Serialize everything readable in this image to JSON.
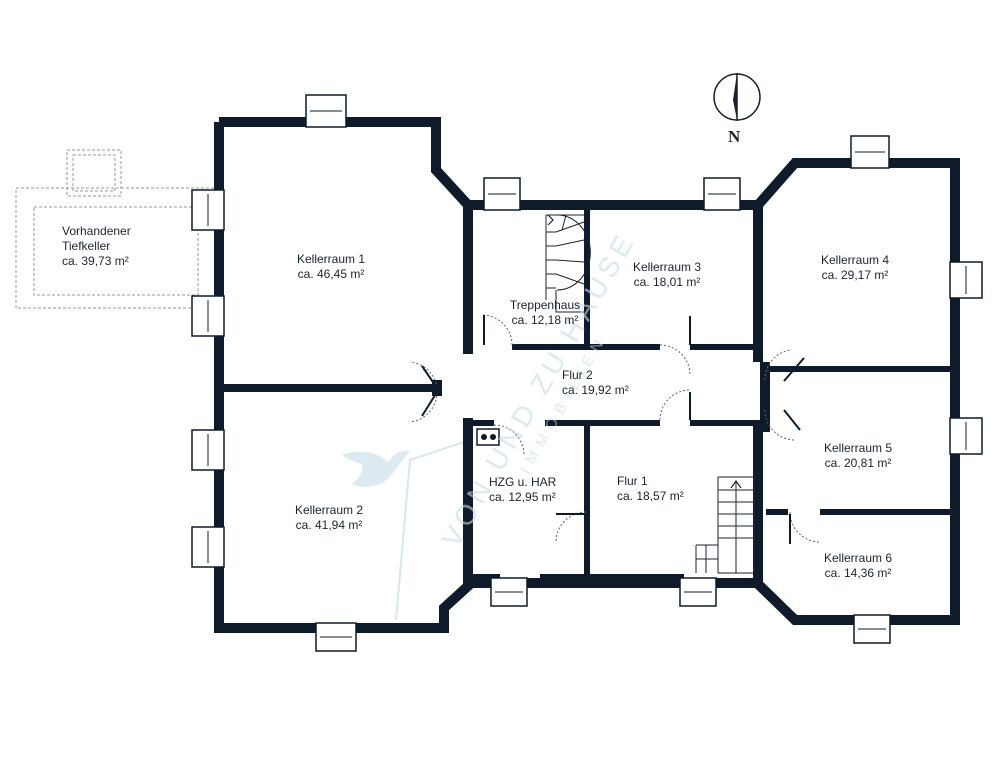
{
  "colors": {
    "wall": "#0f1b2a",
    "text": "#1b2330",
    "watermark": "#b9d3e2",
    "dashed": "#9a9a9a"
  },
  "compass": {
    "letter": "N",
    "icon": "north-arrow-icon"
  },
  "rooms": {
    "tiefkeller": {
      "name1": "Vorhandener",
      "name2": "Tiefkeller",
      "area": "ca. 39,73 m²"
    },
    "keller1": {
      "name": "Kellerraum 1",
      "area": "ca. 46,45 m²"
    },
    "keller2": {
      "name": "Kellerraum 2",
      "area": "ca. 41,94 m²"
    },
    "treppenhaus": {
      "name": "Treppenhaus",
      "area": "ca. 12,18 m²"
    },
    "keller3": {
      "name": "Kellerraum 3",
      "area": "ca. 18,01 m²"
    },
    "keller4": {
      "name": "Kellerraum 4",
      "area": "ca. 29,17 m²"
    },
    "flur2": {
      "name": "Flur 2",
      "area": "ca. 19,92 m²"
    },
    "hzg": {
      "name": "HZG u. HAR",
      "area": "ca. 12,95 m²"
    },
    "flur1": {
      "name": "Flur 1",
      "area": "ca. 18,57 m²"
    },
    "keller5": {
      "name": "Kellerraum 5",
      "area": "ca. 20,81 m²"
    },
    "keller6": {
      "name": "Kellerraum 6",
      "area": "ca. 14,36 m²"
    }
  },
  "watermark": {
    "line1": "VON UND ZU HAUSE",
    "line2": "IMMOBILIEN"
  }
}
